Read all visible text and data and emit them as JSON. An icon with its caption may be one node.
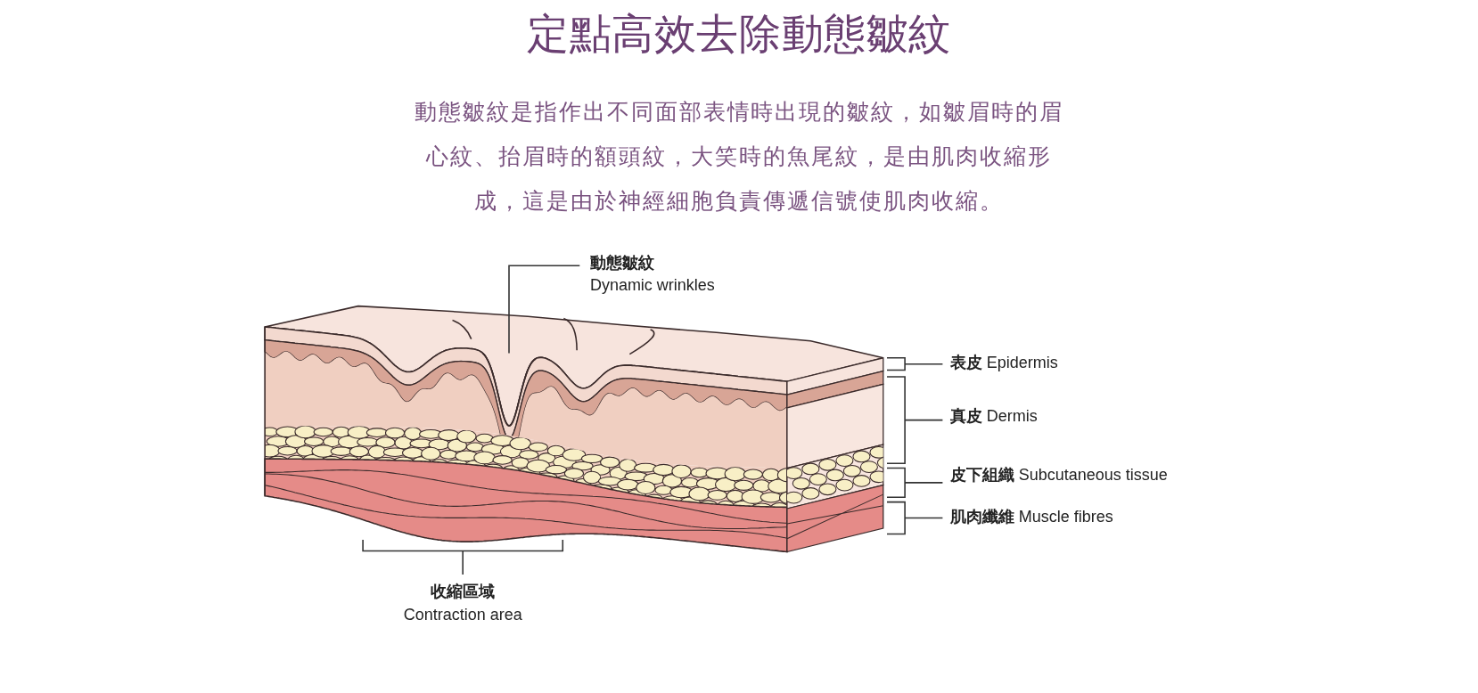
{
  "diagram": {
    "title": "定點高效去除動態皺紋",
    "nodes": [
      {
        "text": [
          "動態皺紋",
          "Dynamic wrinkles"
        ]
      },
      {
        "text": [],
        "shape": "picture"
      }
    ],
    "edges": [
      {
        "from": 0,
        "to": 1,
        "arrow": "none"
      }
    ],
    "labels": [
      "動態皺紋是指作出不同面部表情時出現的皺紋，如皺眉時的眉心紋、抬眉時的額頭紋，大笑時的魚尾紋，是由肌肉收縮形成，這是由於神經細胞負責傳遞信號使肌肉收縮。",
      "**表皮** Epidermis",
      "**真皮** Dermis",
      "**皮下組織** Subcutaneous tissue",
      "**肌肉纖維** Muscle fibres",
      "收縮區域",
      "Contraction area"
    ]
  }
}
